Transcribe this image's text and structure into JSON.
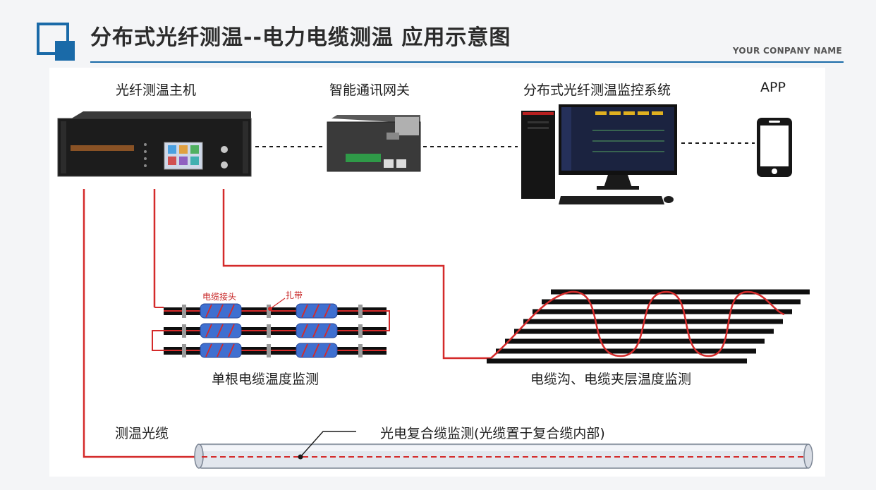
{
  "header": {
    "title": "分布式光纤测温--电力电缆测温  应用示意图",
    "company": "YOUR CONPANY NAME"
  },
  "devices": {
    "host_label": "光纤测温主机",
    "gateway_label": "智能通讯网关",
    "system_label": "分布式光纤测温监控系统",
    "app_label": "APP"
  },
  "sections": {
    "single_cable": "单根电缆温度监测",
    "trench": "电缆沟、电缆夹层温度监测",
    "fiber_cable": "测温光缆",
    "composite": "光电复合缆监测(光缆置于复合缆内部)"
  },
  "callouts": {
    "joint": "电缆接头",
    "tie": "扎带"
  },
  "colors": {
    "accent_blue": "#1a6aa8",
    "fiber_red": "#d42a2a",
    "cable_black": "#0f0f0f",
    "joint_blue": "#3f6fd0"
  }
}
